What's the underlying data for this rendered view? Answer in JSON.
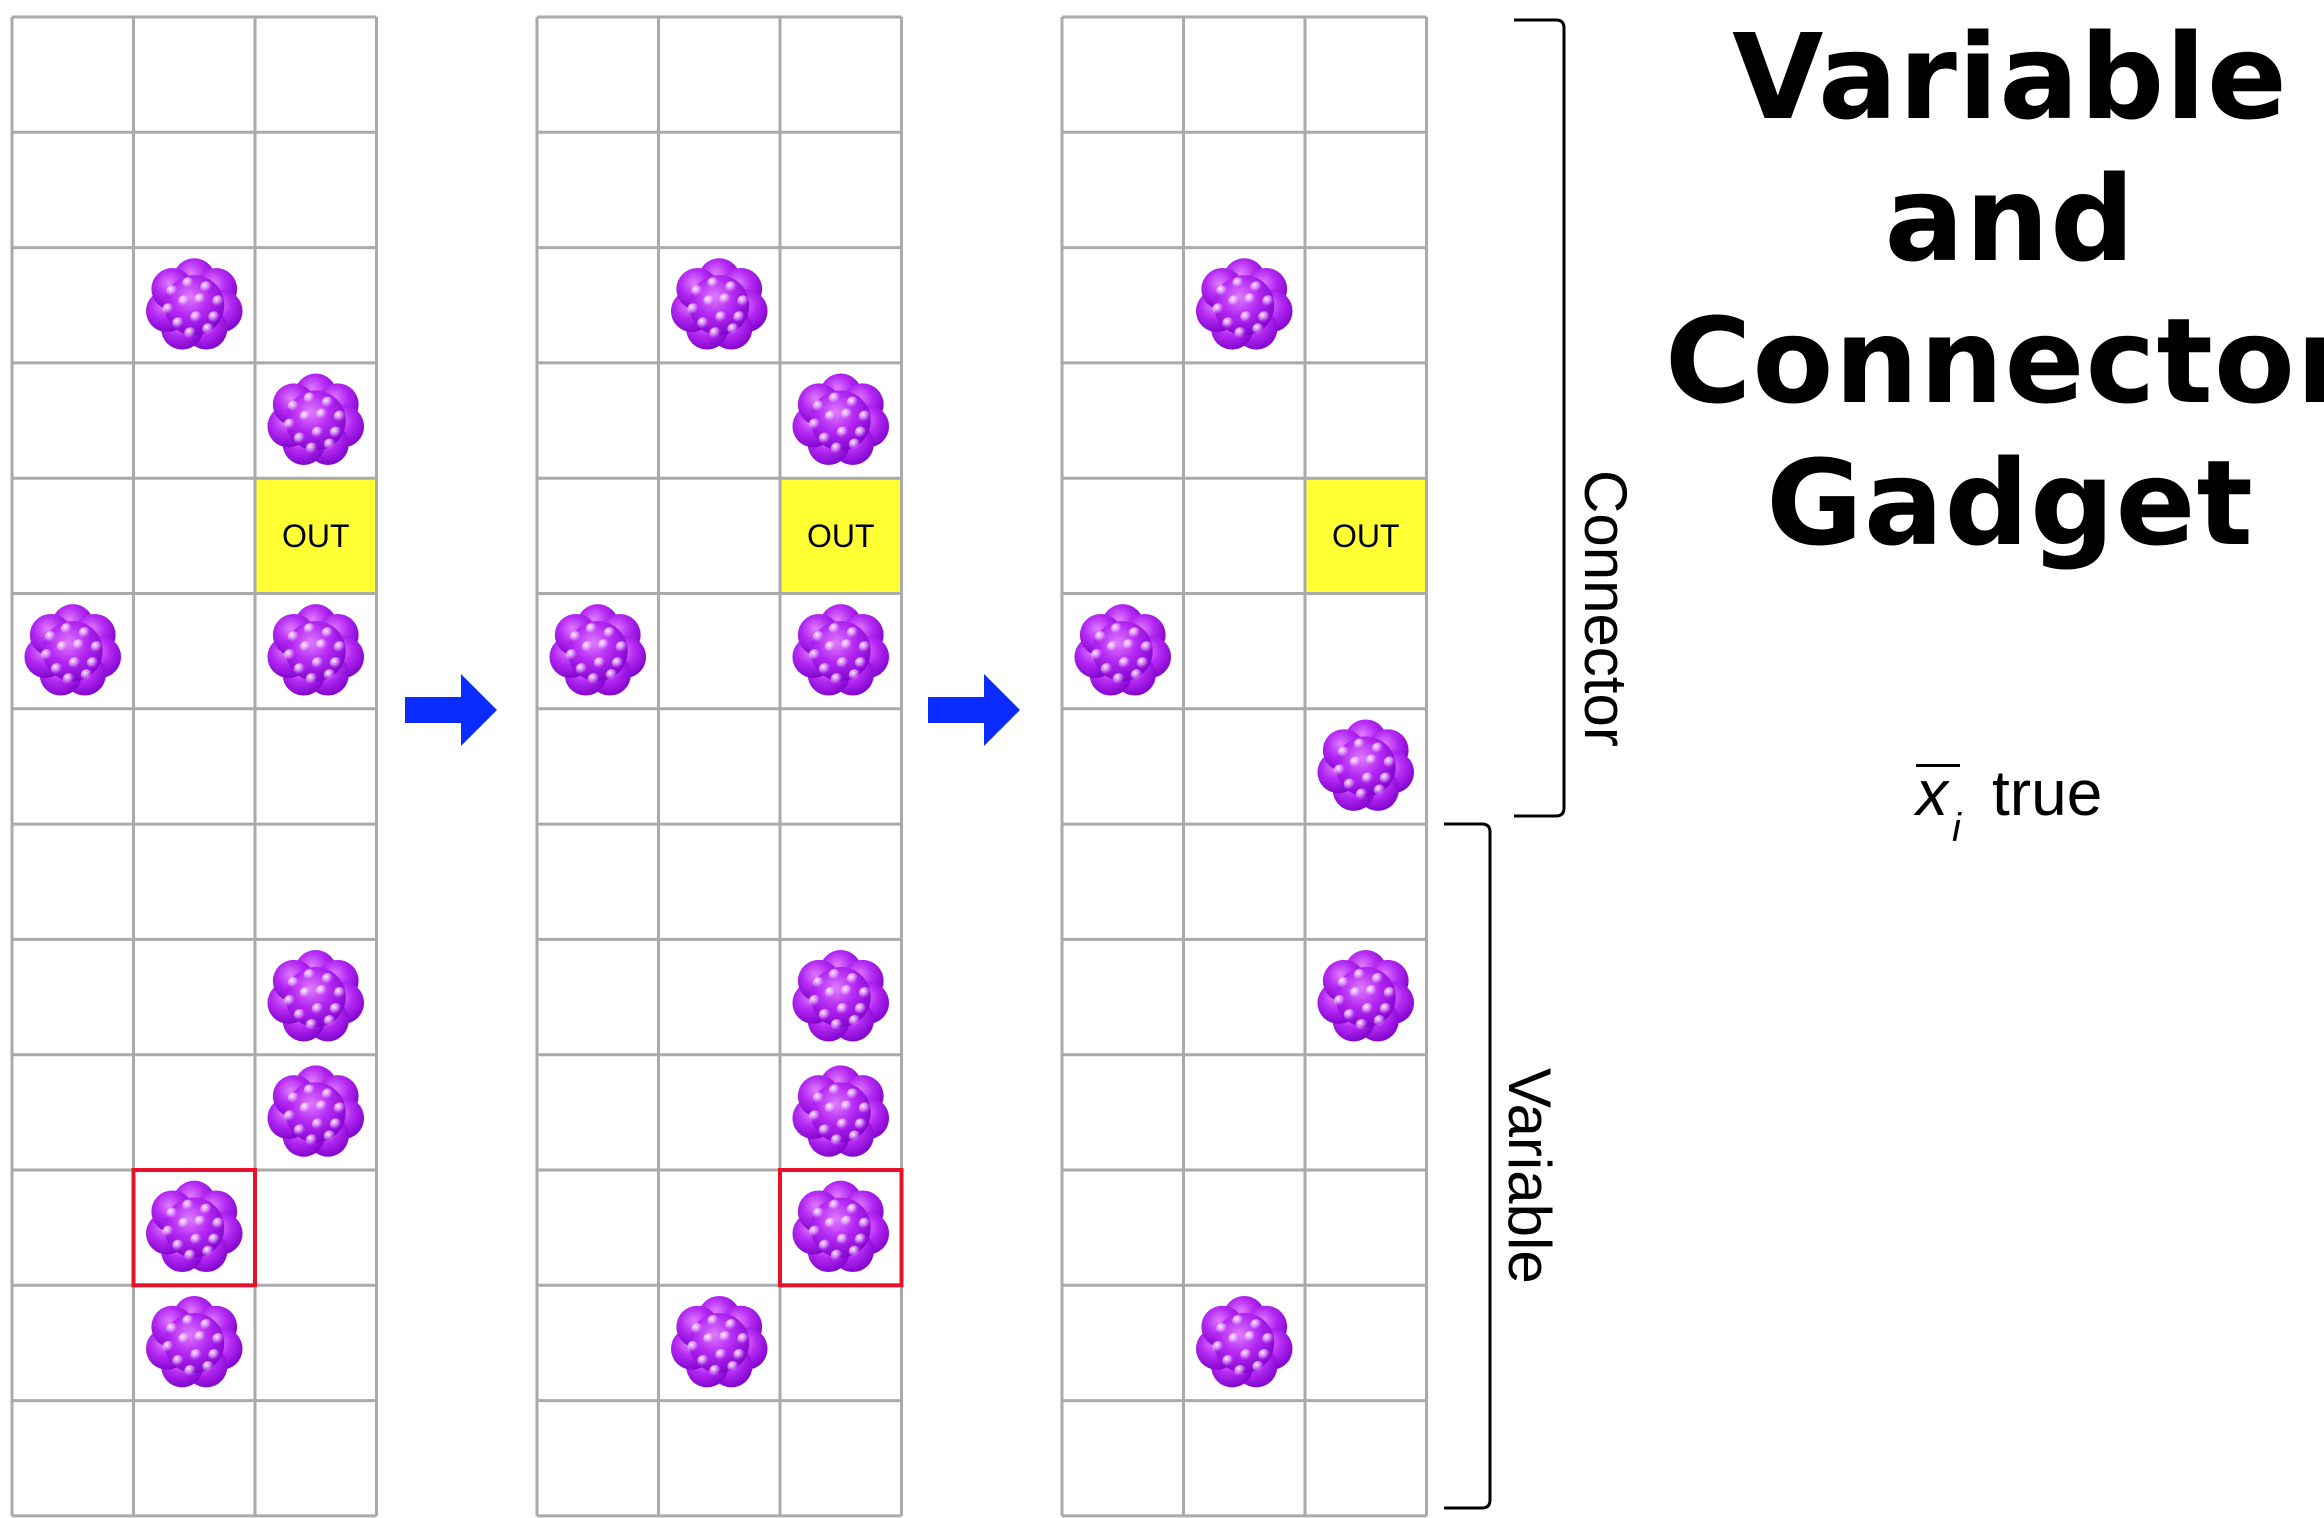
{
  "title": {
    "lines": [
      "Variable",
      "and",
      "Connector",
      "Gadget"
    ]
  },
  "state": {
    "variable": "x",
    "index": "i",
    "negated": true,
    "text": "true"
  },
  "labels": {
    "connector": "Connector",
    "variable": "Variable"
  },
  "colors": {
    "grid_line": "#aaaaaa",
    "out_cell": "#ffff33",
    "token": "#a020f0",
    "highlight": "#e8102a",
    "arrow": "#0a2cff"
  },
  "icons": {
    "token": "purple-blob-icon",
    "arrow": "right-arrow-icon"
  },
  "boards": [
    {
      "name": "before",
      "rows": 13,
      "cols": 3,
      "out": {
        "row": 4,
        "col": 2,
        "label": "OUT"
      },
      "tokens": [
        [
          2,
          1
        ],
        [
          3,
          2
        ],
        [
          5,
          0
        ],
        [
          5,
          2
        ],
        [
          8,
          2
        ],
        [
          9,
          2
        ],
        [
          10,
          1
        ],
        [
          11,
          1
        ]
      ],
      "highlight": [
        10,
        1
      ]
    },
    {
      "name": "middle",
      "rows": 13,
      "cols": 3,
      "out": {
        "row": 4,
        "col": 2,
        "label": "OUT"
      },
      "tokens": [
        [
          2,
          1
        ],
        [
          3,
          2
        ],
        [
          5,
          0
        ],
        [
          5,
          2
        ],
        [
          8,
          2
        ],
        [
          9,
          2
        ],
        [
          10,
          2
        ],
        [
          11,
          1
        ]
      ],
      "highlight": [
        10,
        2
      ]
    },
    {
      "name": "after",
      "rows": 13,
      "cols": 3,
      "out": {
        "row": 4,
        "col": 2,
        "label": "OUT"
      },
      "tokens": [
        [
          2,
          1
        ],
        [
          5,
          0
        ],
        [
          6,
          2
        ],
        [
          8,
          2
        ],
        [
          11,
          1
        ]
      ],
      "highlight": null
    }
  ]
}
